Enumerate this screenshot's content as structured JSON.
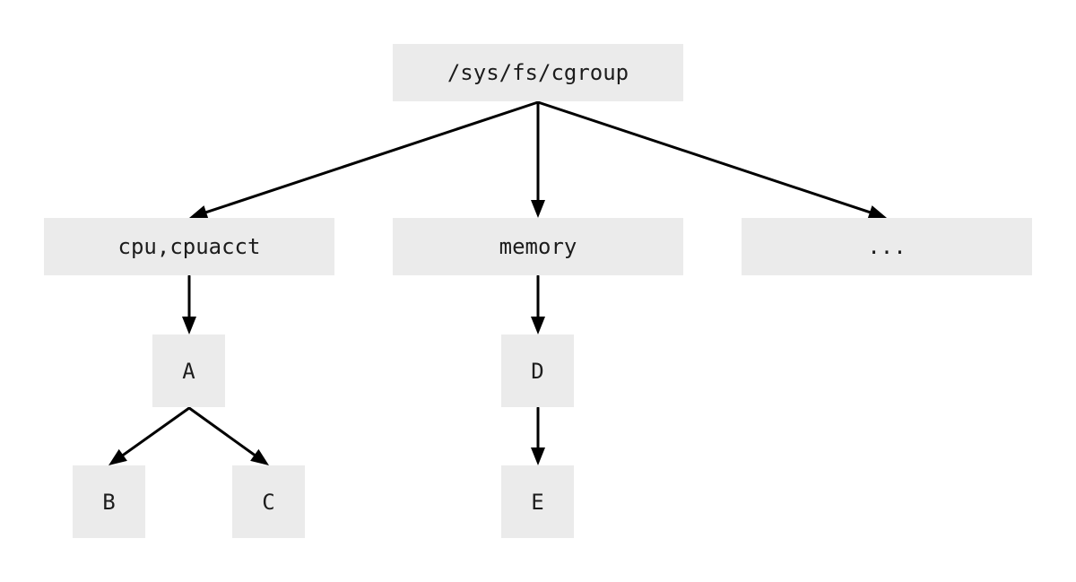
{
  "diagram": {
    "nodes": {
      "root": "/sys/fs/cgroup",
      "cpu": "cpu,cpuacct",
      "memory": "memory",
      "more": "...",
      "a": "A",
      "b": "B",
      "c": "C",
      "d": "D",
      "e": "E"
    },
    "edges": [
      {
        "from": "root",
        "to": "cpu"
      },
      {
        "from": "root",
        "to": "memory"
      },
      {
        "from": "root",
        "to": "more"
      },
      {
        "from": "cpu",
        "to": "a"
      },
      {
        "from": "a",
        "to": "b"
      },
      {
        "from": "a",
        "to": "c"
      },
      {
        "from": "memory",
        "to": "d"
      },
      {
        "from": "d",
        "to": "e"
      }
    ],
    "colors": {
      "node_fill": "#ebebeb",
      "text": "#1c1c1c",
      "edge": "#000000",
      "background": "#ffffff"
    }
  }
}
